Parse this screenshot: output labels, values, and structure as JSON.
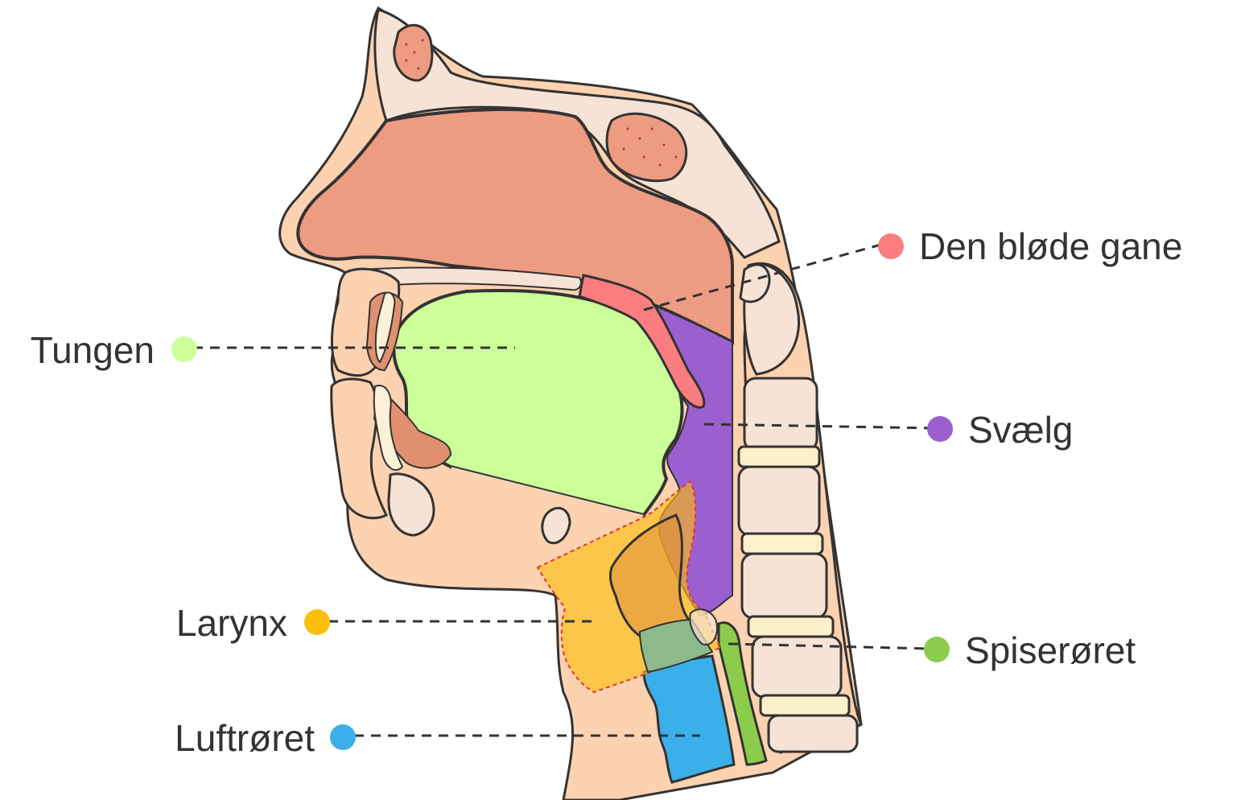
{
  "labels": {
    "soft_palate": "Den bløde gane",
    "tongue": "Tungen",
    "pharynx": "Svælg",
    "larynx": "Larynx",
    "esophagus": "Spiserøret",
    "trachea": "Luftrøret"
  },
  "colors": {
    "soft_palate": "#fb7d7f",
    "tongue": "#ccff99",
    "pharynx": "#9b5fcf",
    "larynx": "#fdbe0c",
    "esophagus": "#8ccc4c",
    "trachea": "#3aafe9",
    "nasal_cavity": "#ed9c82",
    "skin": "#fdd2b0",
    "bone": "#f6e3d6",
    "outline": "#333333"
  }
}
